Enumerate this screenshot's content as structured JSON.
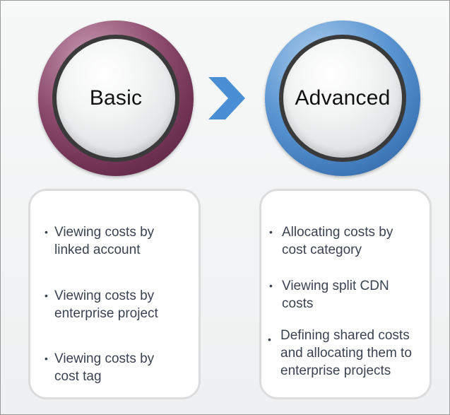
{
  "stages": {
    "basic": {
      "title": "Basic",
      "ring_color": "#7b3a5e"
    },
    "advanced": {
      "title": "Advanced",
      "ring_color": "#4a86c6"
    }
  },
  "arrow": {
    "icon": "chevron-right-icon",
    "color": "#4a8fd3"
  },
  "basic_items": [
    {
      "line1": "Viewing costs by",
      "line2": "linked account"
    },
    {
      "line1": "Viewing costs by",
      "line2": "enterprise project"
    },
    {
      "line1": "Viewing costs by",
      "line2": "cost tag"
    }
  ],
  "advanced_items": [
    {
      "line1": "Allocating costs by",
      "line2": "cost category"
    },
    {
      "line1": "Viewing split CDN",
      "line2": "costs"
    },
    {
      "line1": "Defining shared costs",
      "line2": "and allocating them to",
      "line3": "enterprise projects"
    }
  ]
}
